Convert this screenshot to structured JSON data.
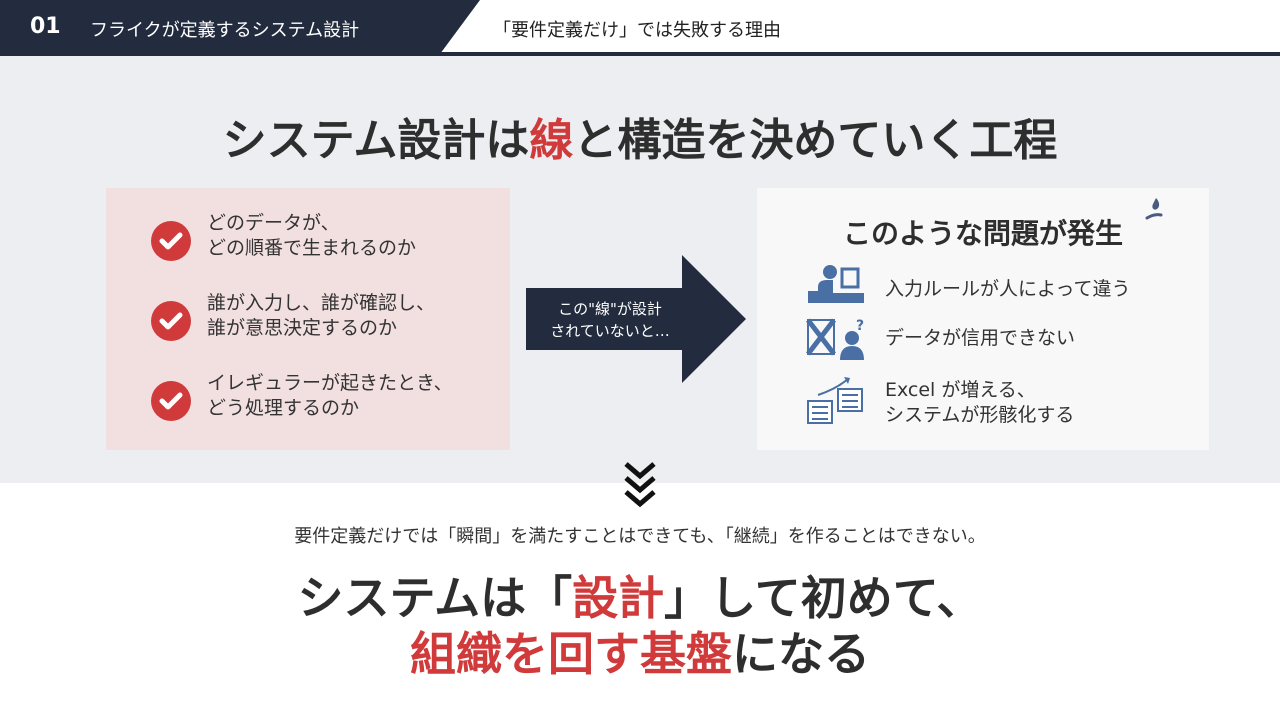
{
  "header": {
    "number": "01",
    "section": "フライクが定義するシステム設計",
    "subtitle": "「要件定義だけ」では失敗する理由"
  },
  "title": {
    "part1": "システム設計は",
    "highlight": "線",
    "part2": "と構造を決めていく工程"
  },
  "checklist": [
    {
      "line1": "どのデータが、",
      "line2": "どの順番で生まれるのか"
    },
    {
      "line1": "誰が入力し、誰が確認し、",
      "line2": "誰が意思決定するのか"
    },
    {
      "line1": "イレギュラーが起きたとき、",
      "line2": "どう処理するのか"
    }
  ],
  "arrow": {
    "line1": "この\"線\"が設計",
    "line2": "されていないと…"
  },
  "problems": {
    "title": "このような問題が発生",
    "items": [
      {
        "icon": "person-at-computer-icon",
        "line1": "入力ルールが人によって違う",
        "line2": ""
      },
      {
        "icon": "confused-person-chart-icon",
        "line1": "データが信用できない",
        "line2": ""
      },
      {
        "icon": "excel-files-icon",
        "line1": "Excel が増える、",
        "line2": "システムが形骸化する"
      }
    ]
  },
  "conclusion": {
    "lead": "要件定義だけでは「瞬間」を満たすことはできても、「継続」を作ることはできない。",
    "line1_a": "システムは「",
    "line1_hl": "設計",
    "line1_b": "」して初めて、",
    "line2_hl": "組織を回す基盤",
    "line2_b": "になる"
  },
  "colors": {
    "navy": "#232b3e",
    "accent": "#d03a3a",
    "icon": "#4a6fa5"
  }
}
